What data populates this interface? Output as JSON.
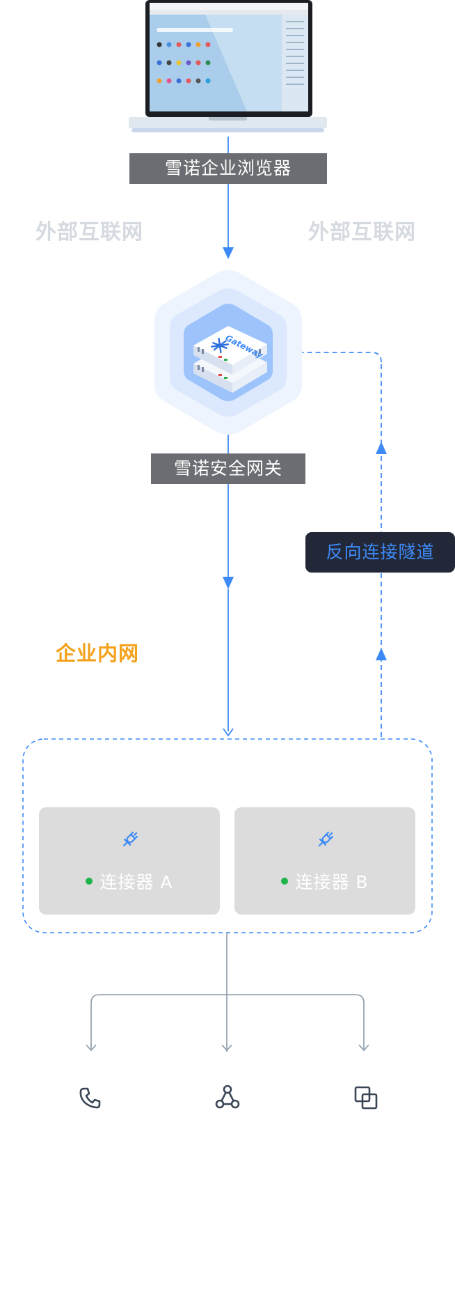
{
  "browser_label": "雪诺企业浏览器",
  "internet_left": "外部互联网",
  "internet_right": "外部互联网",
  "gateway_label": "雪诺安全网关",
  "gateway_box_text": "Gateway",
  "tunnel_label": "反向连接隧道",
  "intranet_label": "企业内网",
  "connectors": [
    {
      "label": "连接器 A",
      "status_color": "#1fb44a"
    },
    {
      "label": "连接器 B",
      "status_color": "#1fb44a"
    }
  ],
  "services": [
    {
      "icon": "phone-icon"
    },
    {
      "icon": "network-nodes-icon"
    },
    {
      "icon": "overlap-squares-icon"
    }
  ],
  "colors": {
    "accent": "#3d8af7",
    "label_bg": "#6b6d72",
    "tunnel_bg": "#232838",
    "orange": "#f4a11b"
  }
}
